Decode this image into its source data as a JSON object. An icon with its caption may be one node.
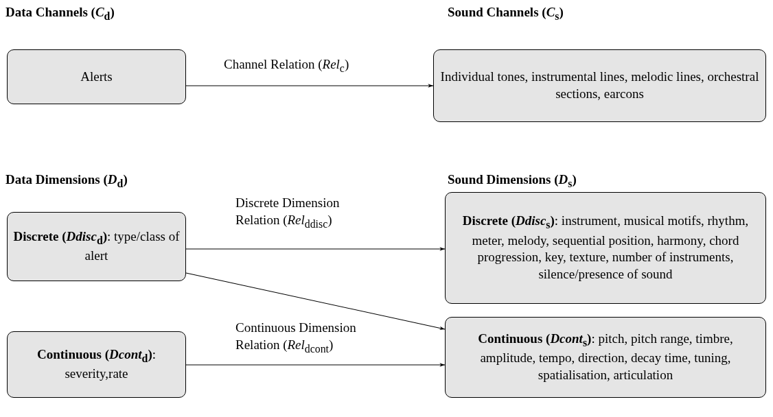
{
  "diagram": {
    "nodes": [
      {
        "text": [
          "Alerts"
        ]
      },
      {
        "text": [
          "Individual tones, instrumental lines, melodic lines, orchestral sections, earcons"
        ]
      },
      {
        "text": [
          "**Discrete (*Ddisc*$_{d}$)**: type/class of alert"
        ]
      },
      {
        "text": [
          "**Continuous (*Dcont*$_{d}$)**: severity,rate"
        ]
      },
      {
        "text": [
          "**Discrete (*Ddisc*$_{s}$)**: instrument, musical motifs, rhythm, meter, melody, sequential position, harmony, chord progression, key, texture, number of instruments, silence/presence of sound"
        ]
      },
      {
        "text": [
          "**Continuous (*Dcont*$_{s}$)**: pitch, pitch range, timbre, amplitude, tempo, direction, decay time, tuning, spatialisation, articulation"
        ]
      }
    ],
    "edges": [
      {
        "from": 0,
        "to": 1,
        "arrow": "to",
        "label": "Channel Relation (*Rel*$_{c}$)"
      },
      {
        "from": 2,
        "to": 4,
        "arrow": "to",
        "label": "Discrete Dimension Relation (*Rel*$_{ddisc}$)"
      },
      {
        "from": 2,
        "to": 5,
        "arrow": "to"
      },
      {
        "from": 3,
        "to": 5,
        "arrow": "to",
        "label": "Continuous Dimension Relation (*Rel*$_{dcont}$)"
      }
    ],
    "labels": [
      "Data Channels (*C*$_{d}$)",
      "Sound Channels (*C*$_{s}$)",
      "Data Dimensions (*D*$_{d}$)",
      "Sound Dimensions (*D*$_{s}$)"
    ]
  }
}
